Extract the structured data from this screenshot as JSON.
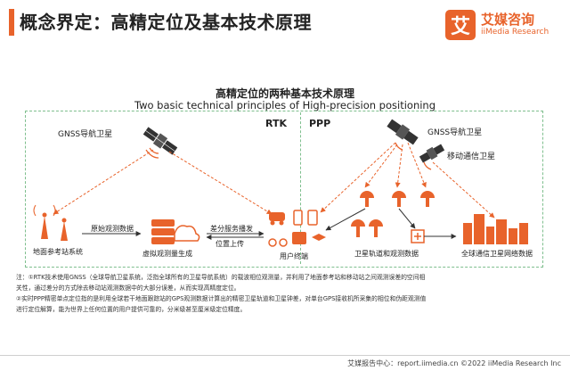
{
  "header": {
    "title": "概念界定：高精定位及基本技术原理",
    "accent_color": "#e8632b"
  },
  "brand": {
    "mark": "艾",
    "name_cn": "艾媒咨询",
    "name_en": "iiMedia Research"
  },
  "diagram": {
    "title_cn": "高精定位的两种基本技术原理",
    "title_en": "Two basic technical principles of High-precision positioning",
    "rtk_label": "RTK",
    "ppp_label": "PPP",
    "gnss_left": "GNSS导航卫星",
    "gnss_right": "GNSS导航卫星",
    "comm_sat": "移动通信卫星",
    "ref_station": "地面参考站系统",
    "raw_obs": "原始观测数据",
    "virtual_obs": "虚拟观测量生成",
    "diff_service": "差分服务播发",
    "pos_upload": "位置上传",
    "user_terminal": "用户终端",
    "orbit_data": "卫星轨道和观测数据",
    "global_net": "全球通信卫星网络数据",
    "frame_color": "#7fbf8e"
  },
  "notes": {
    "line1": "注：①RTK技术使用GNSS（全球导航卫星系统，泛指全球所有的卫星导航系统）的载波相位观测量，并利用了地面参考站和移动站之间观测误差的空间相",
    "line2": "关性，通过差分的方式除去移动站观测数据中的大部分误差，从而实现高精度定位。",
    "line3": "②实时PPP精密单点定位指的是利用全球若干地面跟踪站的GPS观测数据计算出的精密卫星轨道和卫星钟差，对单台GPS接收机所采集的相位和伪距观测值",
    "line4": "进行定位解算，能为世界上任何位置的用户提供可靠的，分米级甚至厘米级定位精度。"
  },
  "footer": {
    "text": "艾媒报告中心：report.iimedia.cn  ©2022  iiMedia Research  Inc"
  }
}
